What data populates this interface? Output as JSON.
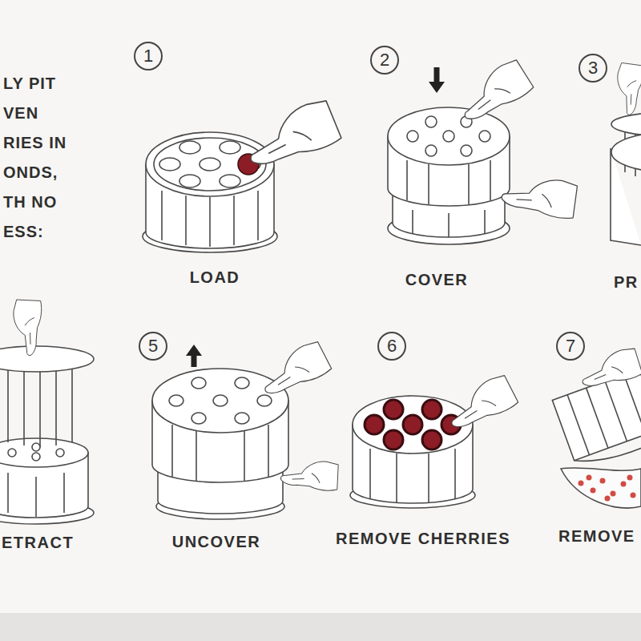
{
  "diagram": {
    "title": "LY PIT VEN RIES IN ONDS, TH NO ESS:",
    "nodes": [
      {
        "text": [
          "1"
        ]
      },
      {
        "text": [
          "2"
        ]
      },
      {
        "text": [
          "3"
        ]
      },
      {
        "text": [
          "5"
        ]
      },
      {
        "text": [
          "6"
        ]
      },
      {
        "text": [
          "7"
        ]
      }
    ],
    "labels": [
      "LOAD",
      "COVER",
      "PR",
      "ETRACT",
      "UNCOVER",
      "REMOVE CHERRIES",
      "REMOVE"
    ]
  }
}
